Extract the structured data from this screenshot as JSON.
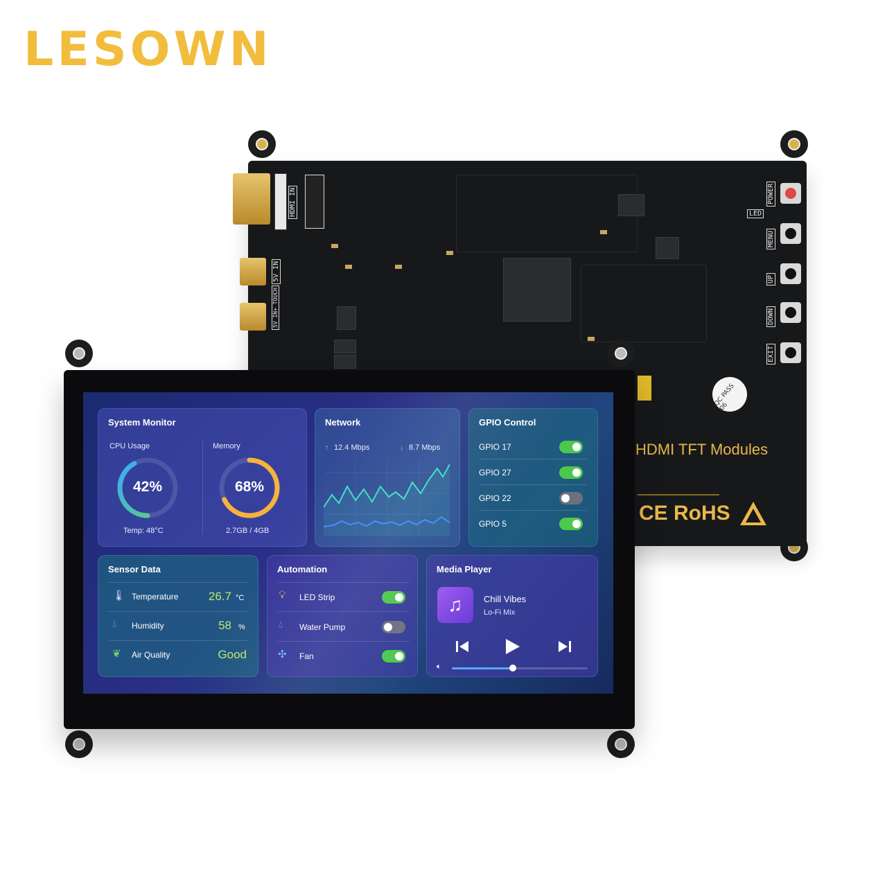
{
  "brand": {
    "name": "LESOWN"
  },
  "board": {
    "labels": {
      "hdmi_in": "HDMI IN",
      "power_in": "5V IN",
      "touch_in": "5V IN+ TOUCH",
      "led": "LED",
      "power": "POWER",
      "menu": "MENU",
      "up": "UP",
      "down": "DOWN",
      "exit": "EXIT",
      "qc": "QC PASS 06"
    },
    "title": "HDMI TFT Modules",
    "certifications": "CE RoHS"
  },
  "dashboard": {
    "system_monitor": {
      "title": "System Monitor",
      "cpu_label": "CPU Usage",
      "cpu_value": "42%",
      "cpu_percent": 42,
      "temp_text": "Temp: 48°C",
      "memory_label": "Memory",
      "memory_value": "68%",
      "memory_percent": 68,
      "memory_text": "2.7GB / 4GB"
    },
    "network": {
      "title": "Network",
      "upload": "12.4 Mbps",
      "download": "8.7 Mbps"
    },
    "gpio": {
      "title": "GPIO Control",
      "pins": [
        {
          "label": "GPIO 17",
          "on": true
        },
        {
          "label": "GPIO 27",
          "on": true
        },
        {
          "label": "GPIO 22",
          "on": false
        },
        {
          "label": "GPIO 5",
          "on": true
        }
      ]
    },
    "sensor": {
      "title": "Sensor Data",
      "rows": [
        {
          "label": "Temperature",
          "value": "26.7",
          "unit": "°C",
          "icon": "thermometer-icon"
        },
        {
          "label": "Humidity",
          "value": "58",
          "unit": "%",
          "icon": "droplet-icon"
        },
        {
          "label": "Air Quality",
          "value": "Good",
          "unit": "",
          "icon": "leaf-icon"
        }
      ]
    },
    "automation": {
      "title": "Automation",
      "rows": [
        {
          "label": "LED Strip",
          "on": true,
          "icon": "lightbulb-icon"
        },
        {
          "label": "Water Pump",
          "on": false,
          "icon": "droplet-icon"
        },
        {
          "label": "Fan",
          "on": true,
          "icon": "fan-icon"
        }
      ]
    },
    "media": {
      "title": "Media Player",
      "track": "Chill Vibes",
      "artist": "Lo-Fi Mix",
      "progress": 0.45
    },
    "colors": {
      "cpu_ring": "#5fd36a",
      "cpu_ring_start": "#3aa8ff",
      "mem_ring": "#f6b33c",
      "toggle_on": "#4cc94c",
      "accent_value": "#bfe86a",
      "chart_line_1": "#38e0c4",
      "chart_line_2": "#3e8cff"
    }
  }
}
